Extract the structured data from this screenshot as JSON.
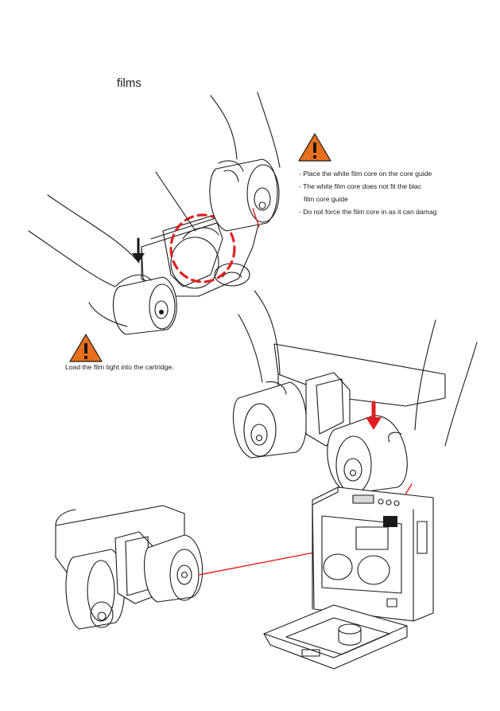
{
  "section": {
    "heading": "films"
  },
  "warning_1": {
    "icon": "warning-triangle-icon",
    "color": "#e86f1c",
    "notes": [
      "- Place the white film core on the core guide",
      "- The white film core does not fit the blac",
      "film core guide",
      "- Do not force the film core in as it can damag"
    ]
  },
  "warning_2": {
    "icon": "warning-triangle-icon",
    "color": "#e86f1c",
    "caption": "Load the film tight into the cartridge."
  },
  "highlight_color": "#e02020"
}
